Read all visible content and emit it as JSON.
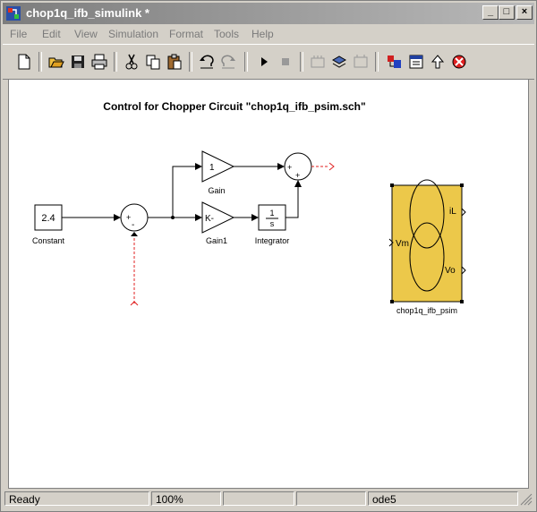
{
  "window": {
    "title": "chop1q_ifb_simulink *",
    "controls": {
      "minimize": "_",
      "maximize": "□",
      "close": "×"
    }
  },
  "menu": [
    "File",
    "Edit",
    "View",
    "Simulation",
    "Format",
    "Tools",
    "Help"
  ],
  "toolbar": {
    "icons": [
      "new-file-icon",
      "open-folder-icon",
      "save-icon",
      "print-icon",
      "cut-icon",
      "copy-icon",
      "paste-icon",
      "undo-icon",
      "redo-icon",
      "play-icon",
      "stop-icon",
      "build-icon",
      "update-diagram-icon",
      "build-subsystem-icon",
      "library-browser-icon",
      "model-explorer-icon",
      "go-to-parent-icon",
      "debug-icon"
    ]
  },
  "diagram": {
    "title": "Control for Chopper Circuit  \"chop1q_ifb_psim.sch\"",
    "blocks": {
      "constant": {
        "value": "2.4",
        "label": "Constant"
      },
      "sum1": {
        "plus": "+",
        "minus": "-"
      },
      "gain": {
        "value": "1",
        "label": "Gain"
      },
      "gain1": {
        "value": "K-",
        "label": "Gain1"
      },
      "integrator": {
        "num": "1",
        "den": "s",
        "label": "Integrator"
      },
      "sum2": {
        "plus_left": "+",
        "plus_bottom": "+"
      },
      "psim": {
        "port_in": "Vm",
        "port_out1": "iL",
        "port_out2": "Vo",
        "label": "chop1q_ifb_psim"
      }
    }
  },
  "status": {
    "state": "Ready",
    "zoom": "100%",
    "solver": "ode5"
  }
}
